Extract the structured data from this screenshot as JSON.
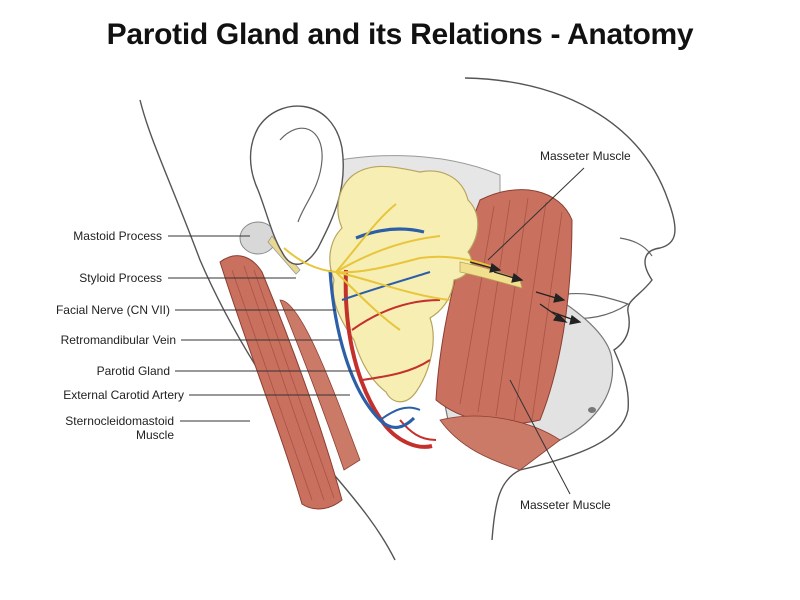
{
  "title": "Parotid Gland and its Relations - Anatomy",
  "labels": {
    "mastoid": "Mastoid Process",
    "styloid": "Styloid Process",
    "facial_nerve": "Facial Nerve (CN VII)",
    "retro_vein": "Retromandibular Vein",
    "parotid": "Parotid Gland",
    "ext_carotid": "External Carotid Artery",
    "scm_line1": "Sternocleidomastoid",
    "scm_line2": "Muscle",
    "masseter_top": "Masseter Muscle",
    "masseter_bottom": "Masseter Muscle"
  },
  "colors": {
    "gland": "#f7eeb4",
    "muscle": "#c9705f",
    "artery": "#c4302b",
    "vein": "#2c5fa8",
    "nerve": "#e8c53a",
    "bone": "#dcdcdc"
  }
}
